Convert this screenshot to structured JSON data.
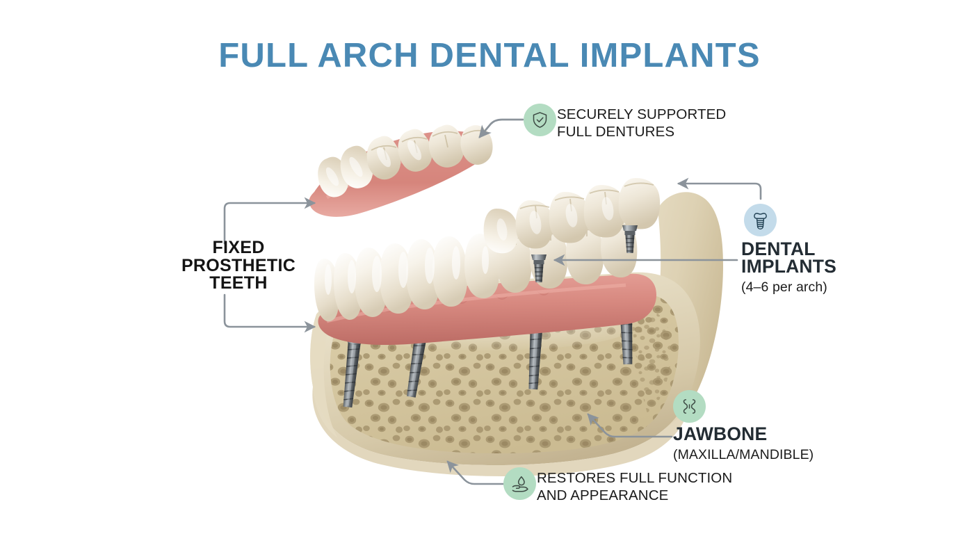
{
  "page": {
    "title": "FULL ARCH DENTAL IMPLANTS",
    "background_color": "#ffffff",
    "title_color": "#4a89b4"
  },
  "callouts": {
    "dentures": {
      "icon": "shield-check-icon",
      "badge_color": "#b3dcc2",
      "line1": "SECURELY SUPPORTED",
      "line2": "FULL DENTURES"
    },
    "fixed_teeth": {
      "line1": "FIXED",
      "line2": "PROSTHETIC",
      "line3": "TEETH"
    },
    "implants": {
      "icon": "dental-implant-icon",
      "badge_color": "#c3dbea",
      "line1": "DENTAL",
      "line2": "IMPLANTS",
      "sub": "(4–6 per arch)"
    },
    "jawbone": {
      "icon": "bone-icon",
      "badge_color": "#b3dcc2",
      "line1": "JAWBONE",
      "sub": "(MAXILLA/MANDIBLE)"
    },
    "restores": {
      "icon": "hand-droplet-icon",
      "badge_color": "#b3dcc2",
      "line1": "RESTORES FULL FUNCTION",
      "line2": "AND APPEARANCE"
    }
  },
  "illustration": {
    "name": "mandible-with-full-arch-implants",
    "arrow_color": "#8b939b",
    "bone_color": "#ded2b6",
    "gum_color": "#d98a82",
    "tooth_color": "#f6f1e6",
    "implant_color": "#4e5357",
    "implant_count": 4
  }
}
